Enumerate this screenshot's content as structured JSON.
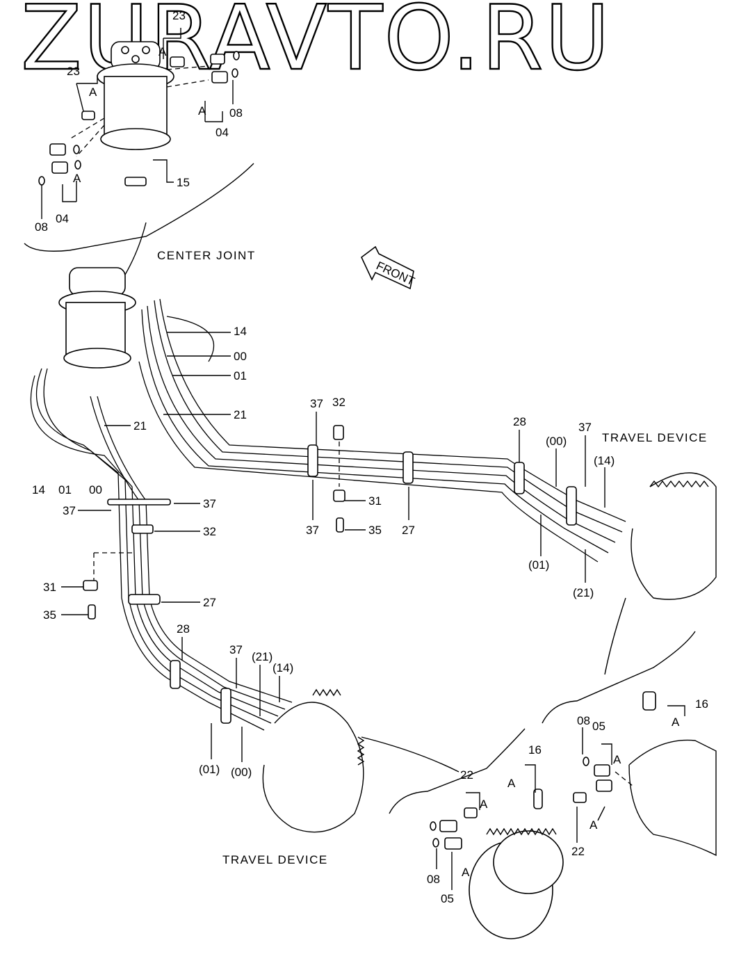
{
  "watermark": "ZURAVTO.RU",
  "captions": {
    "center_joint": "CENTER JOINT",
    "travel_device_right": "TRAVEL DEVICE",
    "travel_device_bottom": "TRAVEL DEVICE",
    "front": "FRONT"
  },
  "callouts": {
    "c23a": "23",
    "c23b": "23",
    "cA1": "A",
    "cA2": "A",
    "cA3": "A",
    "cA4": "A",
    "c08a": "08",
    "c04a": "04",
    "c08b": "08",
    "c04b": "04",
    "c15": "15",
    "c14a": "14",
    "c00a": "00",
    "c01a": "01",
    "c21a": "21",
    "c21b": "21",
    "c14b": "14",
    "c01b": "01",
    "c00b": "00",
    "c37a": "37",
    "c37b": "37",
    "c32a": "32",
    "c31a": "31",
    "c35a": "35",
    "c27a": "27",
    "c37c": "37",
    "c32b": "32",
    "c37d": "37",
    "c31b": "31",
    "c35b": "35",
    "c27b": "27",
    "c28a": "28",
    "c00p": "(00)",
    "c37e": "37",
    "c14p": "(14)",
    "c01p": "(01)",
    "c21p": "(21)",
    "c28b": "28",
    "c37f": "37",
    "c21q": "(21)",
    "c14q": "(14)",
    "c01q": "(01)",
    "c00q": "(00)",
    "c16a": "16",
    "cA5": "A",
    "c22a": "22",
    "cA6": "A",
    "c08c": "08",
    "c05a": "05",
    "cA7": "A",
    "c16b": "16",
    "cA8": "A",
    "c08d": "08",
    "c05b": "05",
    "cA9": "A",
    "c22b": "22",
    "cA10": "A"
  }
}
